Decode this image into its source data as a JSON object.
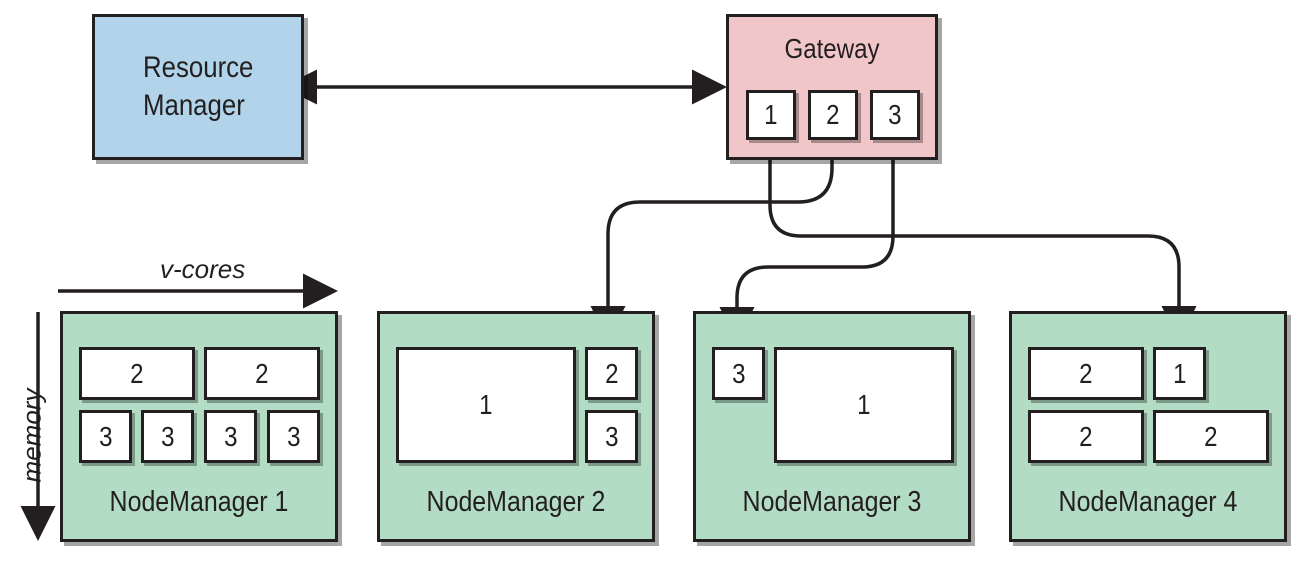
{
  "resource_manager": {
    "label": "Resource\nManager"
  },
  "gateway": {
    "title": "Gateway",
    "slots": [
      "1",
      "2",
      "3"
    ]
  },
  "axes": {
    "horizontal": "v-cores",
    "vertical": "memory"
  },
  "node_managers": [
    {
      "label": "NodeManager 1",
      "containers": [
        "2",
        "2",
        "3",
        "3",
        "3",
        "3"
      ]
    },
    {
      "label": "NodeManager 2",
      "containers": [
        "1",
        "2",
        "3"
      ]
    },
    {
      "label": "NodeManager 3",
      "containers": [
        "3",
        "1"
      ]
    },
    {
      "label": "NodeManager 4",
      "containers": [
        "2",
        "1",
        "2",
        "2"
      ]
    }
  ],
  "colors": {
    "resource_manager": "#b2d4ea",
    "gateway": "#f1c6c8",
    "node_manager": "#b3dcc4",
    "line": "#231f20"
  }
}
